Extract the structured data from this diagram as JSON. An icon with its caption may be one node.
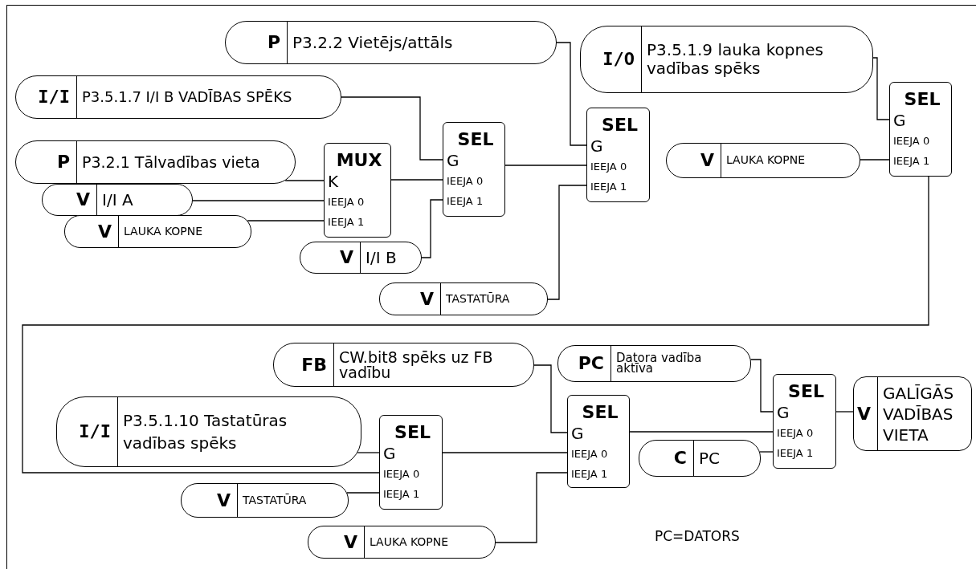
{
  "diagram": {
    "nodes": [
      {
        "text": [
          "P",
          "P3.2.2 Vietējs/attāls"
        ]
      },
      {
        "text": [
          "I/O",
          "P3.5.1.9 lauka kopnes vadības spēks"
        ]
      },
      {
        "text": [
          "I/I",
          "P3.5.1.7 I/I B VADĪBAS SPĒKS"
        ]
      },
      {
        "text": [
          "SEL",
          "G",
          "IEEJA 0",
          "IEEJA 1"
        ]
      },
      {
        "text": [
          "SEL",
          "G",
          "IEEJA 0",
          "IEEJA 1"
        ]
      },
      {
        "text": [
          "SEL",
          "G",
          "IEEJA 0",
          "IEEJA 1"
        ]
      },
      {
        "text": [
          "P",
          "P3.2.1 Tālvadības vieta"
        ]
      },
      {
        "text": [
          "MUX",
          "K",
          "IEEJA 0",
          "IEEJA 1"
        ]
      },
      {
        "text": [
          "V",
          "LAUKA KOPNE"
        ]
      },
      {
        "text": [
          "V",
          "I/I A"
        ]
      },
      {
        "text": [
          "V",
          "LAUKA KOPNE"
        ]
      },
      {
        "text": [
          "V",
          "I/I B"
        ]
      },
      {
        "text": [
          "V",
          "TASTATŪRA"
        ]
      },
      {
        "text": [
          "FB",
          "CW.bit8 spēks uz FB vadību"
        ]
      },
      {
        "text": [
          "PC",
          "Datora vadība aktīva"
        ]
      },
      {
        "text": [
          "SEL",
          "G",
          "IEEJA 0",
          "IEEJA 1"
        ]
      },
      {
        "text": [
          "V",
          "GALĪGĀS VADĪBAS VIETA"
        ]
      },
      {
        "text": [
          "I/I",
          "P3.5.1.10 Tastatūras vadības spēks"
        ]
      },
      {
        "text": [
          "SEL",
          "G",
          "IEEJA 0",
          "IEEJA 1"
        ]
      },
      {
        "text": [
          "SEL",
          "G",
          "IEEJA 0",
          "IEEJA 1"
        ]
      },
      {
        "text": [
          "C",
          "PC"
        ]
      },
      {
        "text": [
          "V",
          "TASTATŪRA"
        ]
      },
      {
        "text": [
          "V",
          "LAUKA KOPNE"
        ]
      }
    ],
    "edges": [
      {
        "from": 2,
        "to": 5,
        "arrow": "none"
      },
      {
        "from": 6,
        "to": 7,
        "arrow": "none"
      },
      {
        "from": 9,
        "to": 7,
        "arrow": "none"
      },
      {
        "from": 10,
        "to": 7,
        "arrow": "none"
      },
      {
        "from": 7,
        "to": 5,
        "arrow": "none"
      },
      {
        "from": 11,
        "to": 5,
        "arrow": "none"
      },
      {
        "from": 0,
        "to": 3,
        "arrow": "none"
      },
      {
        "from": 5,
        "to": 3,
        "arrow": "none"
      },
      {
        "from": 12,
        "to": 3,
        "arrow": "none"
      },
      {
        "from": 1,
        "to": 4,
        "arrow": "none"
      },
      {
        "from": 8,
        "to": 4,
        "arrow": "none"
      },
      {
        "from": 4,
        "to": 19,
        "arrow": "none"
      },
      {
        "from": 17,
        "to": 19,
        "arrow": "none"
      },
      {
        "from": 21,
        "to": 19,
        "arrow": "none"
      },
      {
        "from": 13,
        "to": 18,
        "arrow": "none"
      },
      {
        "from": 19,
        "to": 18,
        "arrow": "none"
      },
      {
        "from": 22,
        "to": 18,
        "arrow": "none"
      },
      {
        "from": 18,
        "to": 15,
        "arrow": "none"
      },
      {
        "from": 14,
        "to": 15,
        "arrow": "none"
      },
      {
        "from": 20,
        "to": 15,
        "arrow": "none"
      },
      {
        "from": 15,
        "to": 16,
        "arrow": "none"
      }
    ],
    "labels": [
      "PC=DATORS"
    ]
  }
}
